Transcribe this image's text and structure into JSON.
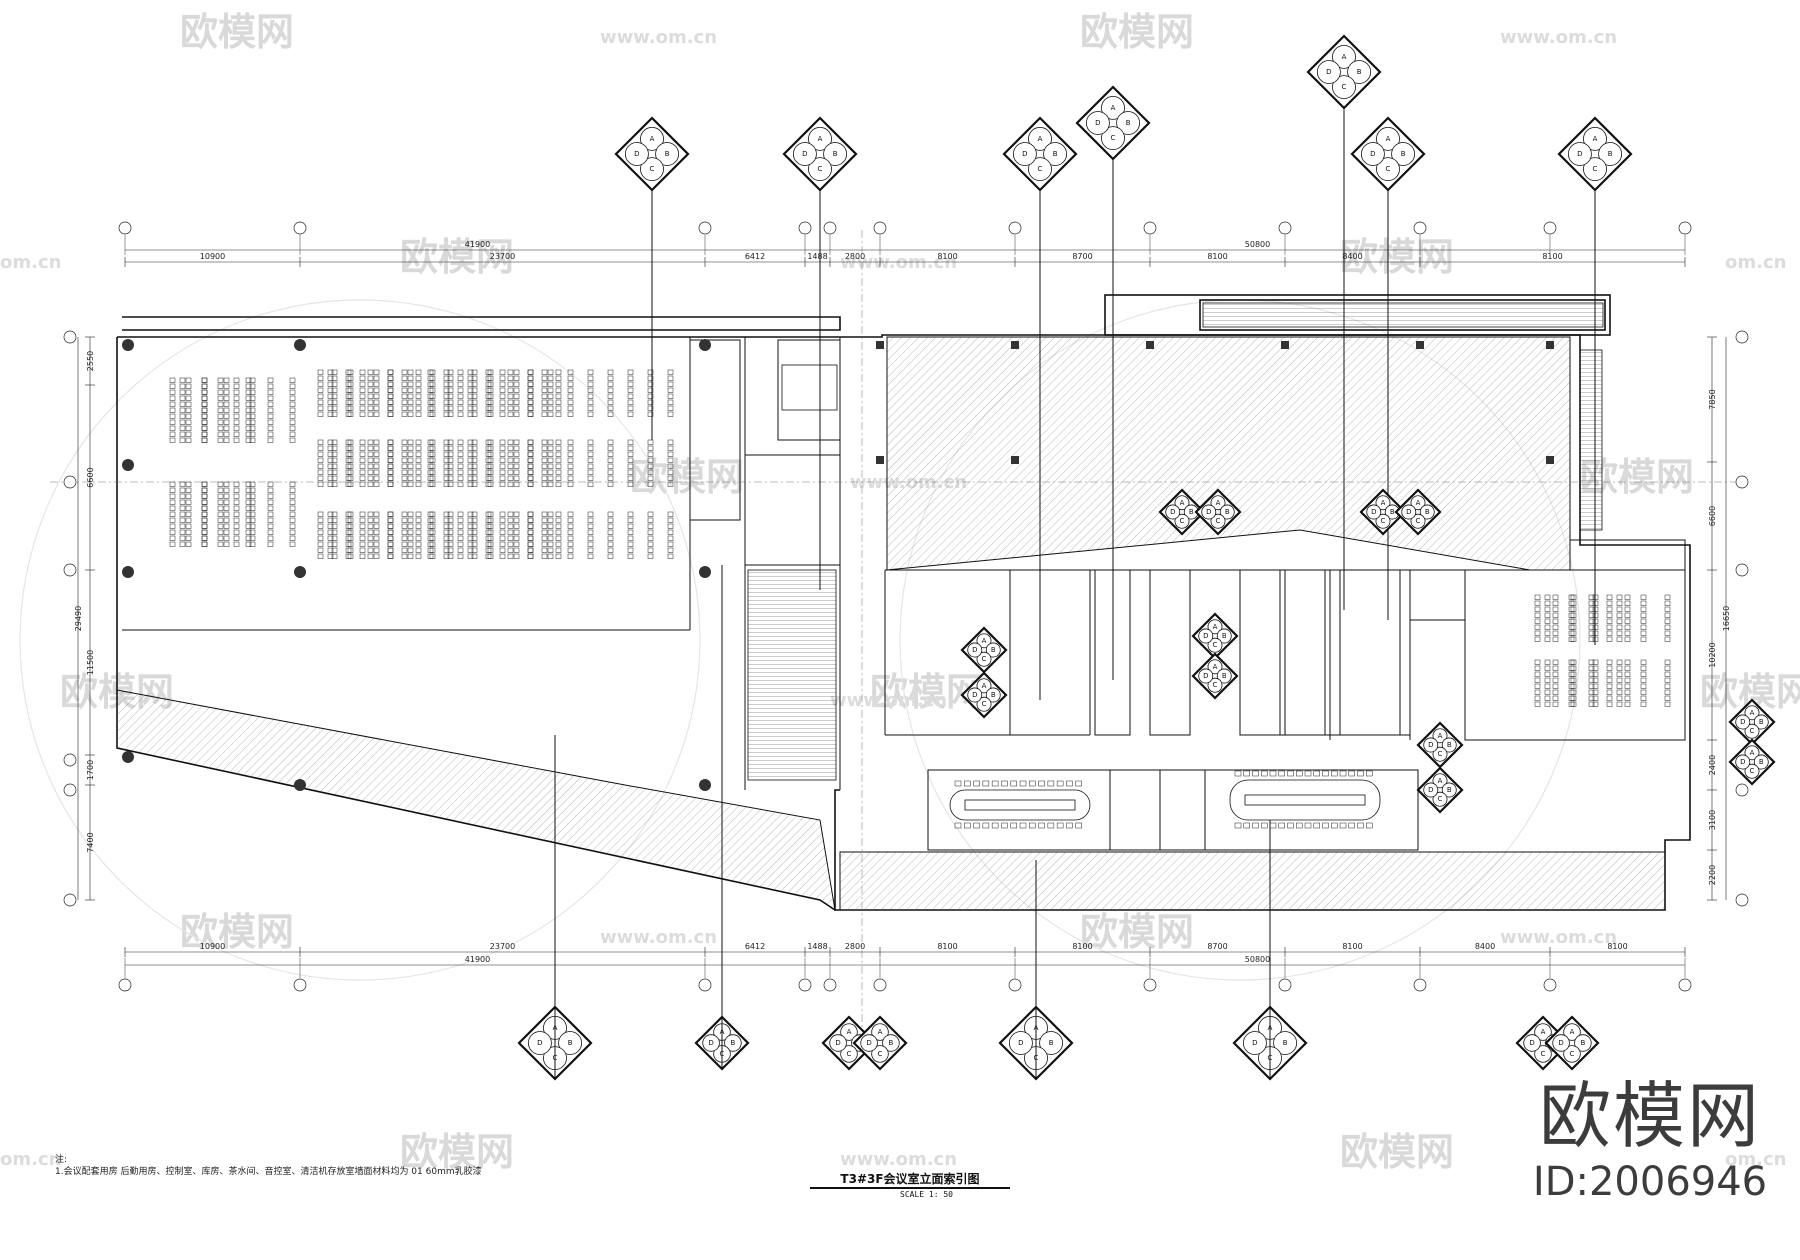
{
  "drawing": {
    "title": "T3#3F会议室立面索引图",
    "scale": "SCALE 1: 50",
    "note_header": "注:",
    "note": "1.会议配套用房 后勤用房、控制室、库房、茶水间、音控室、清洁机存放室墙面材料均为 01 60mm乳胶漆"
  },
  "branding": {
    "logo_text": "欧模网",
    "id_text": "ID:2006946",
    "watermark_text": "欧模网",
    "watermark_url": "www.om.cn",
    "watermark_edge": "om.cn"
  },
  "dimensions": {
    "top_row": [
      "10900",
      "23700",
      "6412",
      "1488",
      "2800",
      "8100",
      "8700",
      "8100",
      "8400",
      "8100"
    ],
    "top_totals": [
      "41900",
      "50800"
    ],
    "bottom_row": [
      "10900",
      "23700",
      "6412",
      "1488",
      "2800",
      "8100",
      "8100",
      "8700",
      "8100",
      "8400",
      "8100"
    ],
    "bottom_totals": [
      "41900",
      "50800"
    ],
    "right_col": [
      "7850",
      "6600",
      "10200",
      "2400",
      "3100",
      "2200"
    ],
    "right_total": "16650",
    "left_col": [
      "2550",
      "6600",
      "11500",
      "1700",
      "7400"
    ],
    "left_total": "29490"
  },
  "index_symbols": {
    "quadrant_letters": [
      "A",
      "B",
      "C",
      "D"
    ]
  },
  "colors": {
    "line": "#111111",
    "hatch": "#8a8a8a",
    "watermark": "#d9d9d9",
    "brand": "#3c3c3c"
  }
}
